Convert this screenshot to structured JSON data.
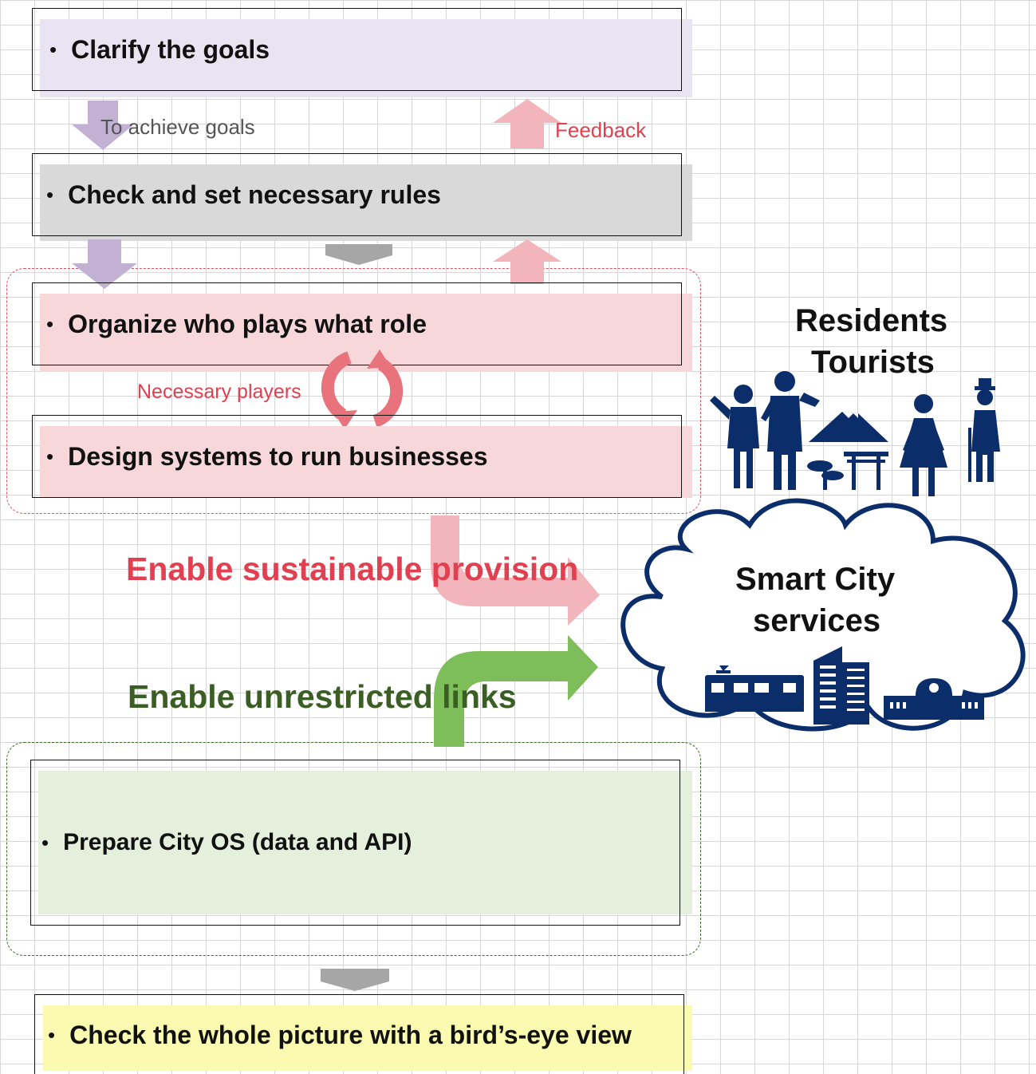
{
  "steps": {
    "goals": "Clarify the goals",
    "rules": "Check and set necessary rules",
    "roles": "Organize who plays what role",
    "systems": "Design systems to run businesses",
    "city_os": "Prepare City OS (data and API)",
    "birdseye": "Check the whole picture with a bird’s-eye view"
  },
  "bullet": "•",
  "labels": {
    "to_achieve": "To achieve goals",
    "feedback": "Feedback",
    "necessary_players": "Necessary players",
    "sustainable": "Enable sustainable provision",
    "unrestricted": "Enable unrestricted links"
  },
  "people": {
    "line1": "Residents",
    "line2": "Tourists"
  },
  "cloud": {
    "line1": "Smart City",
    "line2": "services"
  },
  "colors": {
    "purple_fill": "#e9e4f1",
    "grey_fill": "#d9d9d9",
    "pink_fill": "#f8d7da",
    "green_fill": "#e4efdc",
    "yellow_fill": "#fafab0",
    "purple_arrow": "#c3b1d3",
    "pink_arrow": "#f2b5bb",
    "red_text": "#e04050",
    "green_text": "#3a5e23",
    "green_arrow": "#7dbd5a",
    "navy": "#0b2e6b"
  },
  "icons": [
    "cycle-arrows-icon",
    "people-icon",
    "mount-fuji-icon",
    "torii-icon",
    "bonsai-icon",
    "train-icon",
    "building-icon",
    "station-icon"
  ]
}
